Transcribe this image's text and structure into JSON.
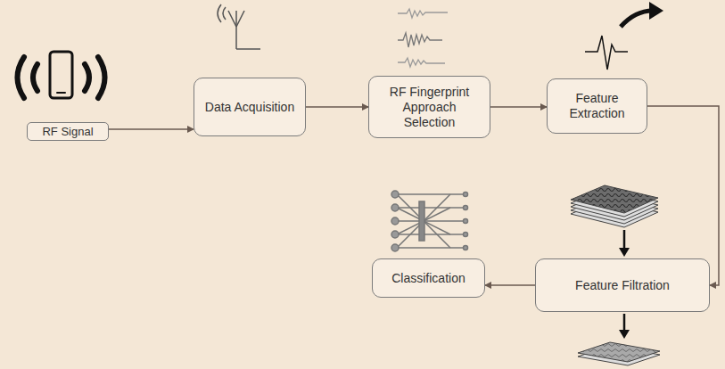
{
  "diagram": {
    "nodes": [
      {
        "text": [
          "RF Signal"
        ]
      },
      {
        "text": [
          "Data Acquisition"
        ]
      },
      {
        "text": [
          "RF Fingerprint Approach Selection"
        ]
      },
      {
        "text": [
          "Feature Extraction"
        ]
      },
      {
        "text": [
          "Feature Filtration"
        ]
      },
      {
        "text": [
          "Classification"
        ]
      }
    ],
    "edges": [
      {
        "from": 0,
        "to": 1,
        "arrow": "to"
      },
      {
        "from": 1,
        "to": 2,
        "arrow": "to"
      },
      {
        "from": 2,
        "to": 3,
        "arrow": "to"
      },
      {
        "from": 3,
        "to": 4,
        "arrow": "to"
      },
      {
        "from": 4,
        "to": 5,
        "arrow": "to"
      }
    ]
  }
}
